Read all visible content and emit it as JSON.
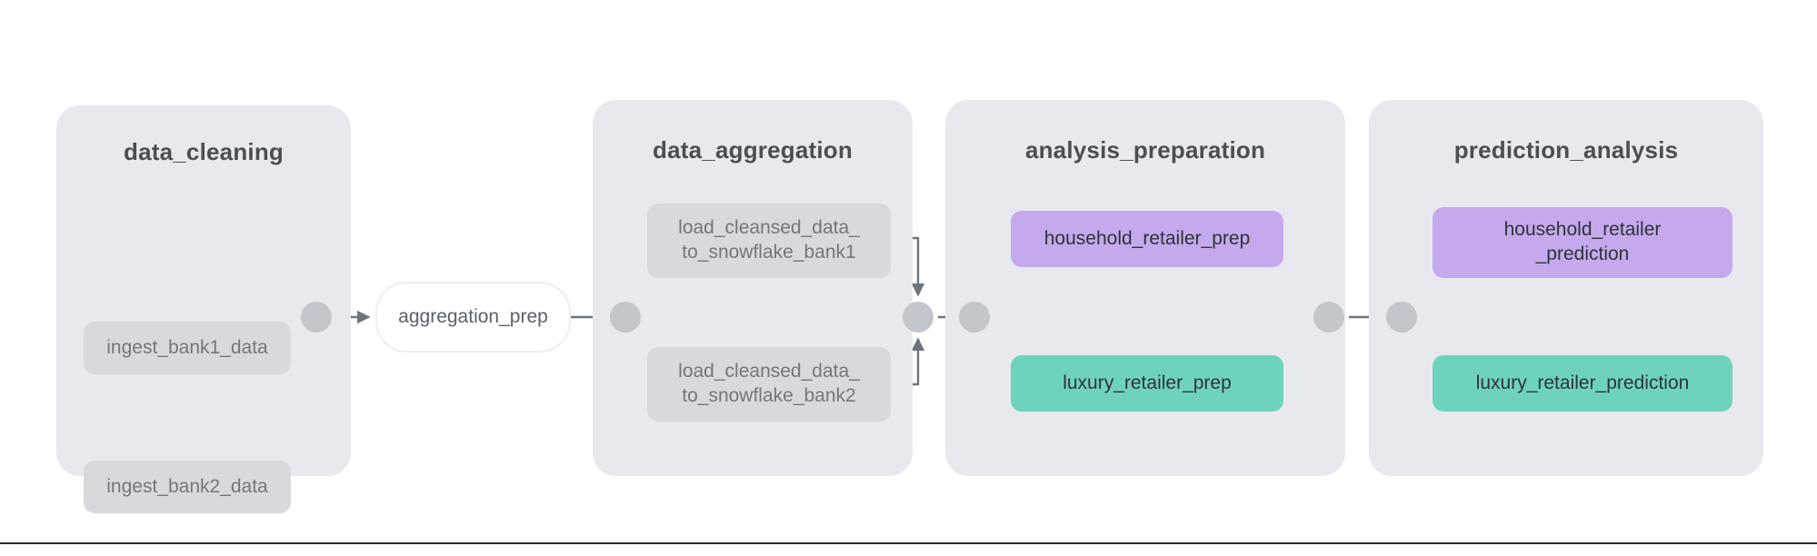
{
  "diagram": {
    "title": "airflow-task-group-dag",
    "type": "dag-flow",
    "orientation": "left-to-right",
    "colors": {
      "canvas": "#ffffff",
      "group_background": "#e8e9ee",
      "task_grey": "#d8d9dd",
      "task_purple": "#c4aaed",
      "task_teal": "#6ed3bd",
      "connector_dot": "#c3c6cd",
      "edge_stroke": "#6f757d",
      "group_title_text": "#4a4f55",
      "grey_task_text": "#72767d",
      "pill_border": "#eceef1"
    }
  },
  "groups": [
    {
      "id": "data_cleaning",
      "label": "data_cleaning",
      "tasks": [
        {
          "id": "ingest_bank1_data",
          "label": "ingest_bank1_data",
          "color": "grey"
        },
        {
          "id": "ingest_bank2_data",
          "label": "ingest_bank2_data",
          "color": "grey"
        }
      ]
    },
    {
      "id": "data_aggregation",
      "label": "data_aggregation",
      "tasks": [
        {
          "id": "load_cleansed_data_to_snowflake_bank1",
          "label": "load_cleansed_data_\nto_snowflake_bank1",
          "color": "grey"
        },
        {
          "id": "load_cleansed_data_to_snowflake_bank2",
          "label": "load_cleansed_data_\nto_snowflake_bank2",
          "color": "grey"
        }
      ]
    },
    {
      "id": "analysis_preparation",
      "label": "analysis_preparation",
      "tasks": [
        {
          "id": "household_retailer_prep",
          "label": "household_retailer_prep",
          "color": "purple"
        },
        {
          "id": "luxury_retailer_prep",
          "label": "luxury_retailer_prep",
          "color": "teal"
        }
      ]
    },
    {
      "id": "prediction_analysis",
      "label": "prediction_analysis",
      "tasks": [
        {
          "id": "household_retailer_prediction",
          "label": "household_retailer\n_prediction",
          "color": "purple"
        },
        {
          "id": "luxury_retailer_prediction",
          "label": "luxury_retailer_prediction",
          "color": "teal"
        }
      ]
    }
  ],
  "standalone_tasks": [
    {
      "id": "aggregation_prep",
      "label": "aggregation_prep",
      "shape": "pill"
    }
  ],
  "connectors": [
    {
      "id": "join-data-cleaning-out",
      "type": "dot"
    },
    {
      "id": "join-data-aggregation-in",
      "type": "dot"
    },
    {
      "id": "join-data-aggregation-out",
      "type": "dot"
    },
    {
      "id": "join-analysis-preparation-in",
      "type": "dot"
    },
    {
      "id": "join-analysis-preparation-out",
      "type": "dot"
    },
    {
      "id": "join-prediction-analysis-in",
      "type": "dot"
    }
  ]
}
